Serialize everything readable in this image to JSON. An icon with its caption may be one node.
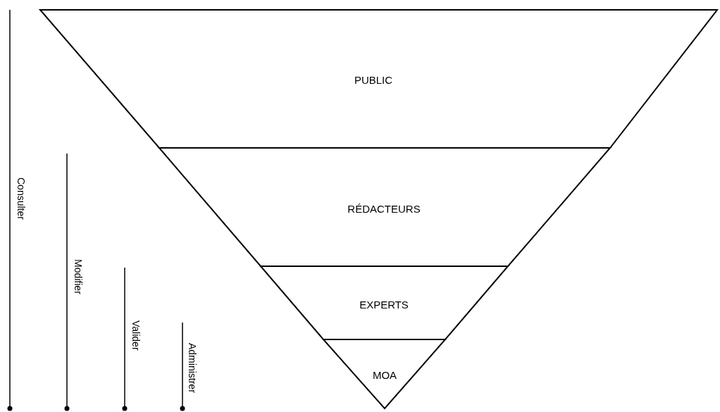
{
  "diagram": {
    "nodes": [
      {
        "text": [
          "PUBLIC"
        ]
      },
      {
        "text": [
          "RÉDACTEURS"
        ]
      },
      {
        "text": [
          "EXPERTS"
        ]
      },
      {
        "text": [
          "MOA"
        ]
      }
    ],
    "labels": [
      "Consulter",
      "Modifier",
      "Valider",
      "Administrer"
    ]
  }
}
